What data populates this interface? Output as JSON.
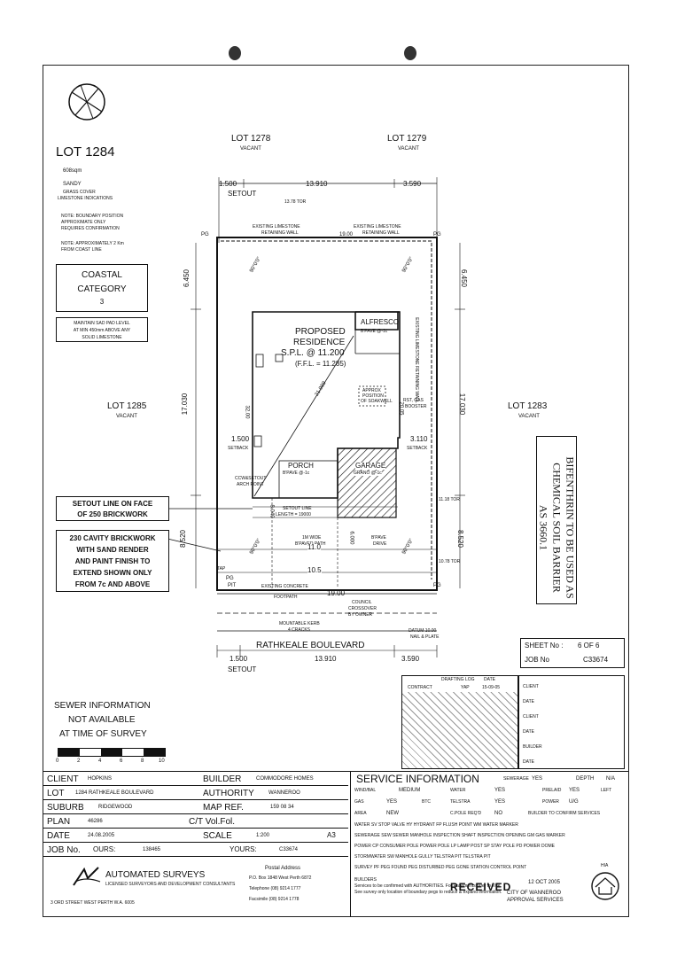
{
  "title_block": {
    "lot": "LOT 1284",
    "area": "608sqm",
    "soil": "SANDY",
    "soil_note1": "GRASS COVER",
    "soil_note2": "LIMESTONE INDICATIONS",
    "note1a": "NOTE: BOUNDARY POSITION",
    "note1b": "APPROXIMATE ONLY",
    "note1c": "REQUIRES CONFIRMATION",
    "note2a": "NOTE: APPROXIMATELY 2 Km",
    "note2b": "FROM COAST LINE",
    "coastal1": "COASTAL",
    "coastal2": "CATEGORY",
    "coastal3": "3",
    "pad1": "MAINTAIN SAD PAD LEVEL",
    "pad2": "AT MIN 450mm ABOVE ANY",
    "pad3": "SOLID LIMESTONE"
  },
  "neighbours": {
    "lot1278": "LOT 1278",
    "lot1279": "LOT 1279",
    "lot1285": "LOT 1285",
    "lot1283": "LOT 1283",
    "vacant": "VACANT"
  },
  "dims": {
    "top_left": "1.500",
    "top_mid": "13.910",
    "top_right": "3.590",
    "setout": "SETOUT",
    "side_top": "6.450",
    "side_mid": "17.030",
    "side_bot": "8.520",
    "bottom_19": "19.00",
    "setback_left": "1.500",
    "setback_right": "3.110",
    "setback": "SETBACK",
    "line_11": "11.0",
    "line_105": "10.5",
    "bot_left": "1.500",
    "bot_mid": "13.910",
    "bot_right": "3.590",
    "tor1": "13.78 TOR",
    "tor2": "11.18 TOR",
    "tor3": "10.78 TOR",
    "d6000": "6.000",
    "d8040": "8.040",
    "diag": "21.989",
    "d3200": "32.00",
    "d2005": "20.05",
    "angle": "90°0'0\""
  },
  "labels": {
    "wall1a": "EXISTING LIMESTONE",
    "wall1b": "RETAINING WALL",
    "wall2a": "EXISTING LIMESTONE",
    "wall2b": "RETAINING WALL",
    "wall_side": "EXISTING LIMESTONE RETAINING WALL",
    "pg": "PG",
    "proposed": "PROPOSED",
    "residence": "RESIDENCE",
    "spl": "S.P.L. @ 11.200",
    "ffl": "(F.F.L. = 11.285)",
    "alfresco": "ALFRESCO",
    "alfresco_pave": "B'PAVE @-1c",
    "soak1": "APPROX",
    "soak2": "POSITION",
    "soak3": "OF SOAKWELL",
    "gas1": "RST, GAS",
    "gas2": "BOOSTER",
    "porch": "PORCH",
    "porch_pave": "B'PAVE @-1c",
    "garage": "GARAGE",
    "garage_sub": "GRANO @-1c",
    "setout_pt1": "CCW&SETOUT",
    "setout_pt2": "ARCH POINT",
    "setout_line1": "SETOUT LINE",
    "setout_line2": "LENGTH = 19000",
    "path1": "1M WIDE",
    "path2": "B'PAVED PATH",
    "drive1": "B'PAVE",
    "drive2": "DRIVE",
    "tap": "TAP",
    "pit": "PIT",
    "footpath1": "EXISTING CONCRETE",
    "footpath2": "FOOTPATH",
    "council1": "COUNCIL",
    "council2": "CROSSOVER",
    "council3": "BY OWNER",
    "kerb1": "MOUNTABLE KERB",
    "kerb2": "4 CRACKS",
    "datum1": "DATUM 10.00",
    "datum2": "NAIL & PLATE",
    "street": "RATHKEALE    BOULEVARD",
    "setout_note1": "SETOUT LINE ON FACE",
    "setout_note2": "OF 250 BRICKWORK",
    "cavity1": "230 CAVITY BRICKWORK",
    "cavity2": "WITH SAND RENDER",
    "cavity3": "AND PAINT FINISH TO",
    "cavity4": "EXTEND SHOWN ONLY",
    "cavity5": "FROM 7c AND ABOVE",
    "stamp1": "BIFENTHRIN TO BE USED AS",
    "stamp2": "CHEMICAL SOIL BARRIER",
    "stamp3": "AS 3660.1"
  },
  "sheet": {
    "sheet_no_label": "SHEET No :",
    "sheet_no": "6 OF 6",
    "job_no_label": "JOB No",
    "job_no": "C33674"
  },
  "drafting_log": {
    "title": "DRAFTING LOG",
    "col_date": "DATE",
    "row1_type": "CONTRACT",
    "row1_by": "YAP",
    "row1_date": "15-09-05",
    "client_rows": [
      "CLIENT",
      "DATE",
      "CLIENT",
      "DATE",
      "BUILDER",
      "DATE"
    ]
  },
  "sewer_note": {
    "line1": "SEWER INFORMATION",
    "line2": "NOT AVAILABLE",
    "line3": "AT TIME OF SURVEY"
  },
  "scale_bar": [
    "0",
    "2",
    "4",
    "6",
    "8",
    "10"
  ],
  "info": {
    "client_label": "CLIENT",
    "client": "HOPKINS",
    "builder_label": "BUILDER",
    "builder": "COMMODORE HOMES",
    "lot_label": "LOT",
    "lot": "1284 RATHKEALE BOULEVARD",
    "authority_label": "AUTHORITY",
    "authority": "WANNEROO",
    "suburb_label": "SUBURB",
    "suburb": "RIDGEWOOD",
    "mapref_label": "MAP REF.",
    "mapref": "159 08 34",
    "plan_label": "PLAN",
    "plan": "46286",
    "ct_label": "C/T Vol.Fol.",
    "date_label": "DATE",
    "date": "24.08.2005",
    "scale_label": "SCALE",
    "scale": "1:200",
    "paper": "A3",
    "job_label": "JOB No.",
    "ours_label": "OURS:",
    "ours": "138465",
    "yours_label": "YOURS:",
    "yours": "C33674"
  },
  "service": {
    "title": "SERVICE INFORMATION",
    "sewerage_label": "SEWERAGE",
    "sewerage": "YES",
    "depth_label": "DEPTH",
    "depth": "N/A",
    "wind_label": "WIND/BAL",
    "wind": "MEDIUM",
    "water_label": "WATER",
    "water": "YES",
    "prelaid_label": "PRELAID",
    "prelaid": "YES",
    "left": "LEFT",
    "gas_label": "GAS",
    "gas": "YES",
    "btc": "BTC",
    "telstra_label": "TELSTRA",
    "telstra": "YES",
    "power_label": "POWER",
    "power": "U/G",
    "area_label": "AREA",
    "area": "NEW",
    "cpole_label": "C.POLE REQ'D",
    "cpole": "NO",
    "builder_confirm": "BUILDER TO CONFIRM SERVICES",
    "legend": [
      "WATER  SV STOP VALVE  HY HYDRANT  FP FLUSH POINT  WM WATER MARKER",
      "SEWERAGE  SEW SEWER MANHOLE  INSPECTION SHAFT  INSPECTION OPENING  GM GAS MARKER",
      "POWER  CP CONSUMER POLE  POWER POLE  LP LAMP POST  SP STAY POLE  PD POWER DOME",
      "STORMWATER  SW MANHOLE  GULLY  TELSTRA  PIT TELSTRA PIT",
      "SURVEY  PF PEG FOUND  PEG DISTURBED  PEG GONE  STATION  CONTROL POINT"
    ]
  },
  "company": {
    "logo": "AS",
    "name": "AUTOMATED SURVEYS",
    "sub": "LICENSED SURVEYORS AND DEVELOPMENT CONSULTANTS",
    "address": "3 ORD STREET   WEST PERTH   W.A. 6005",
    "postal_title": "Postal Address",
    "po_box": "P.O. Box 1848 West Perth 6872",
    "phone": "Telephone (08) 9214 1777",
    "fax": "Facsimile (08) 9214 1778",
    "disclaimer1": "BUILDERS",
    "disclaimer2": "Services to be confirmed with AUTHORITIES. For Easements refer to Title.",
    "disclaimer3": "See survey only location of boundary pegs to reduce & expand information.",
    "received": "RECEIVED",
    "received_date": "12 OCT 2005",
    "approval1": "CITY OF WANNEROO",
    "approval2": "APPROVAL SERVICES",
    "hia": "HIA"
  }
}
